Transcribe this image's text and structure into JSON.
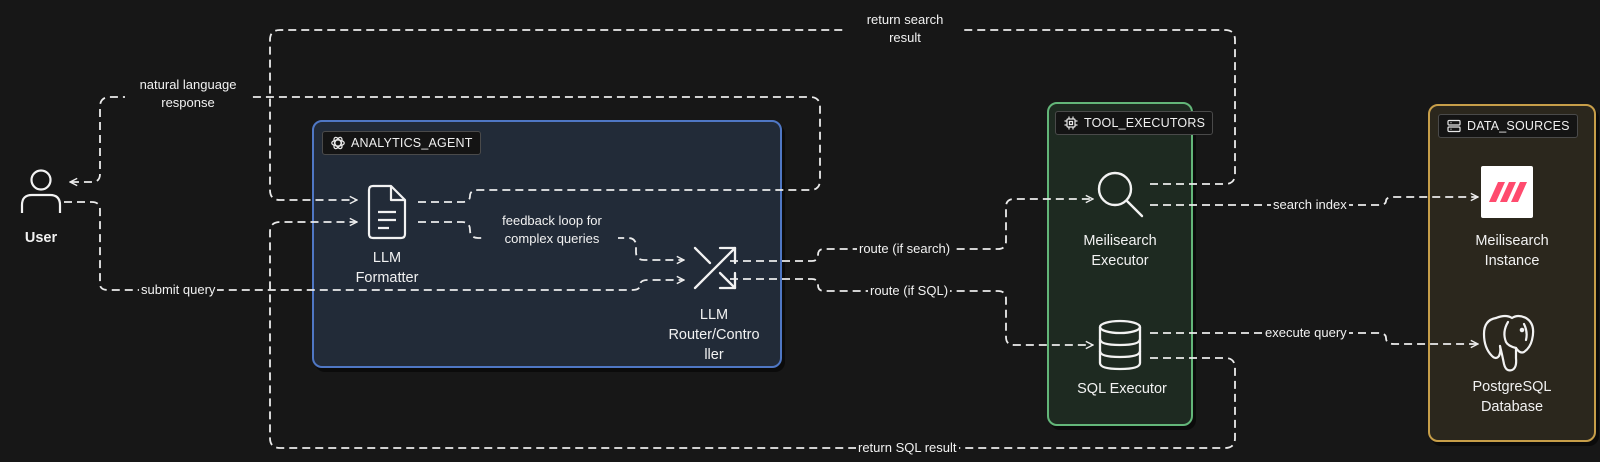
{
  "nodes": {
    "user": "User",
    "llm_formatter": [
      "LLM",
      "Formatter"
    ],
    "llm_router": [
      "LLM",
      "Router/Contro",
      "ller"
    ],
    "meilisearch_executor": [
      "Meilisearch",
      "Executor"
    ],
    "sql_executor": "SQL Executor",
    "meilisearch_instance": [
      "Meilisearch",
      "Instance"
    ],
    "postgresql_database": [
      "PostgreSQL",
      "Database"
    ]
  },
  "groups": {
    "analytics_agent": "ANALYTICS_AGENT",
    "tool_executors": "TOOL_EXECUTORS",
    "data_sources": "DATA_SOURCES"
  },
  "edges": {
    "return_search_result": [
      "return search",
      "result"
    ],
    "natural_language_response": [
      "natural language",
      "response"
    ],
    "submit_query": "submit query",
    "feedback_loop": [
      "feedback loop for",
      "complex queries"
    ],
    "route_if_search": "route (if search)",
    "route_if_sql": "route (if SQL)",
    "search_index": "search index",
    "execute_query": "execute query",
    "return_sql_result": "return SQL result"
  },
  "colors": {
    "background": "#171717",
    "agent_border": "#4f77c4",
    "tools_border": "#63b679",
    "data_border": "#c79e49",
    "wire": "#ececec",
    "meilisearch_brand": "#ff4b6e"
  },
  "icons": [
    "user-icon",
    "document-icon",
    "shuffle-icon",
    "search-icon",
    "database-icon",
    "openai-icon",
    "chip-icon",
    "server-icon",
    "meilisearch-logo",
    "postgresql-logo"
  ]
}
